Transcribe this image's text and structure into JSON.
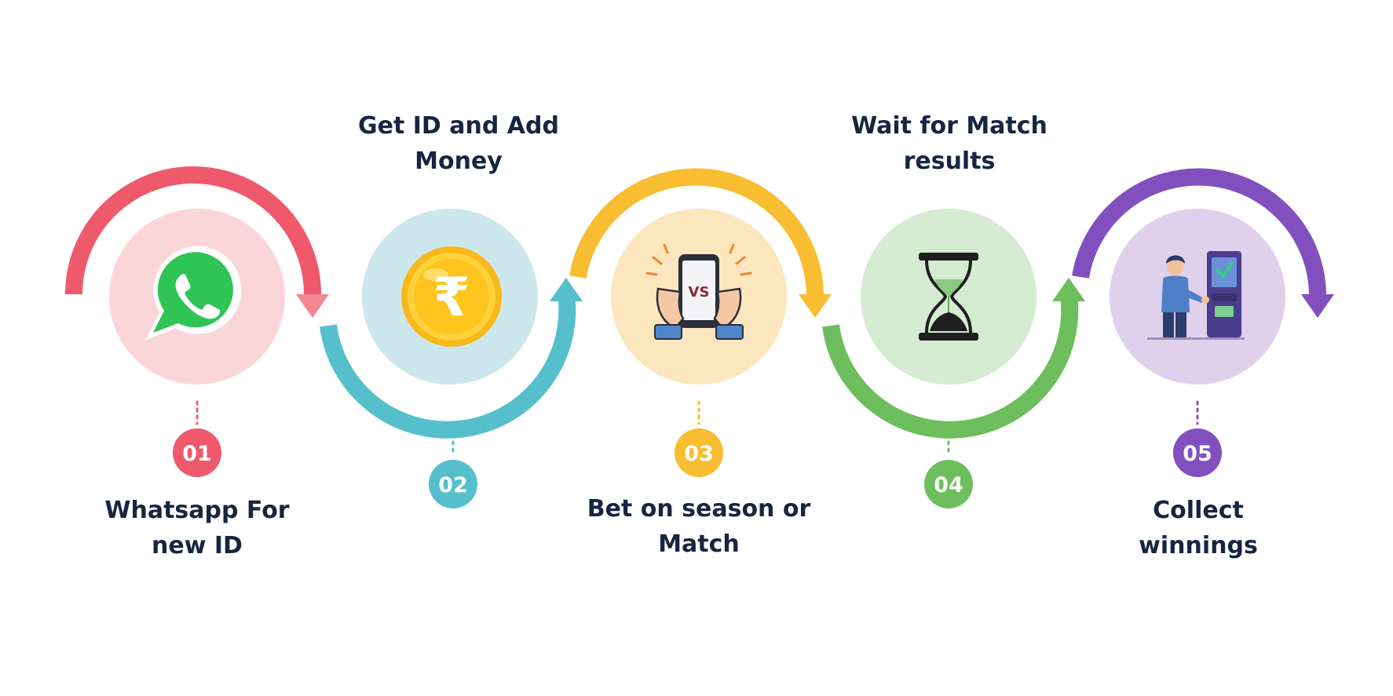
{
  "steps": [
    {
      "number": "01",
      "label_line1": "Whatsapp For",
      "label_line2": "new ID",
      "color": "#EE5A6C",
      "circle_fill": "#FBD6D8",
      "icon": "whatsapp-icon"
    },
    {
      "number": "02",
      "label_line1": "Get ID and Add",
      "label_line2": "Money",
      "color": "#56BFCC",
      "circle_fill": "#CDE8EC",
      "icon": "rupee-coin-icon"
    },
    {
      "number": "03",
      "label_line1": "Bet on season or",
      "label_line2": "Match",
      "color": "#F8BD30",
      "circle_fill": "#FCE6BE",
      "icon": "phone-vs-icon",
      "icon_text": "VS"
    },
    {
      "number": "04",
      "label_line1": "Wait for Match",
      "label_line2": "results",
      "color": "#6DBE5C",
      "circle_fill": "#D5EBD2",
      "icon": "hourglass-icon"
    },
    {
      "number": "05",
      "label_line1": "Collect",
      "label_line2": "winnings",
      "color": "#8250BE",
      "circle_fill": "#DFD1EC",
      "icon": "atm-withdrawal-icon"
    }
  ]
}
